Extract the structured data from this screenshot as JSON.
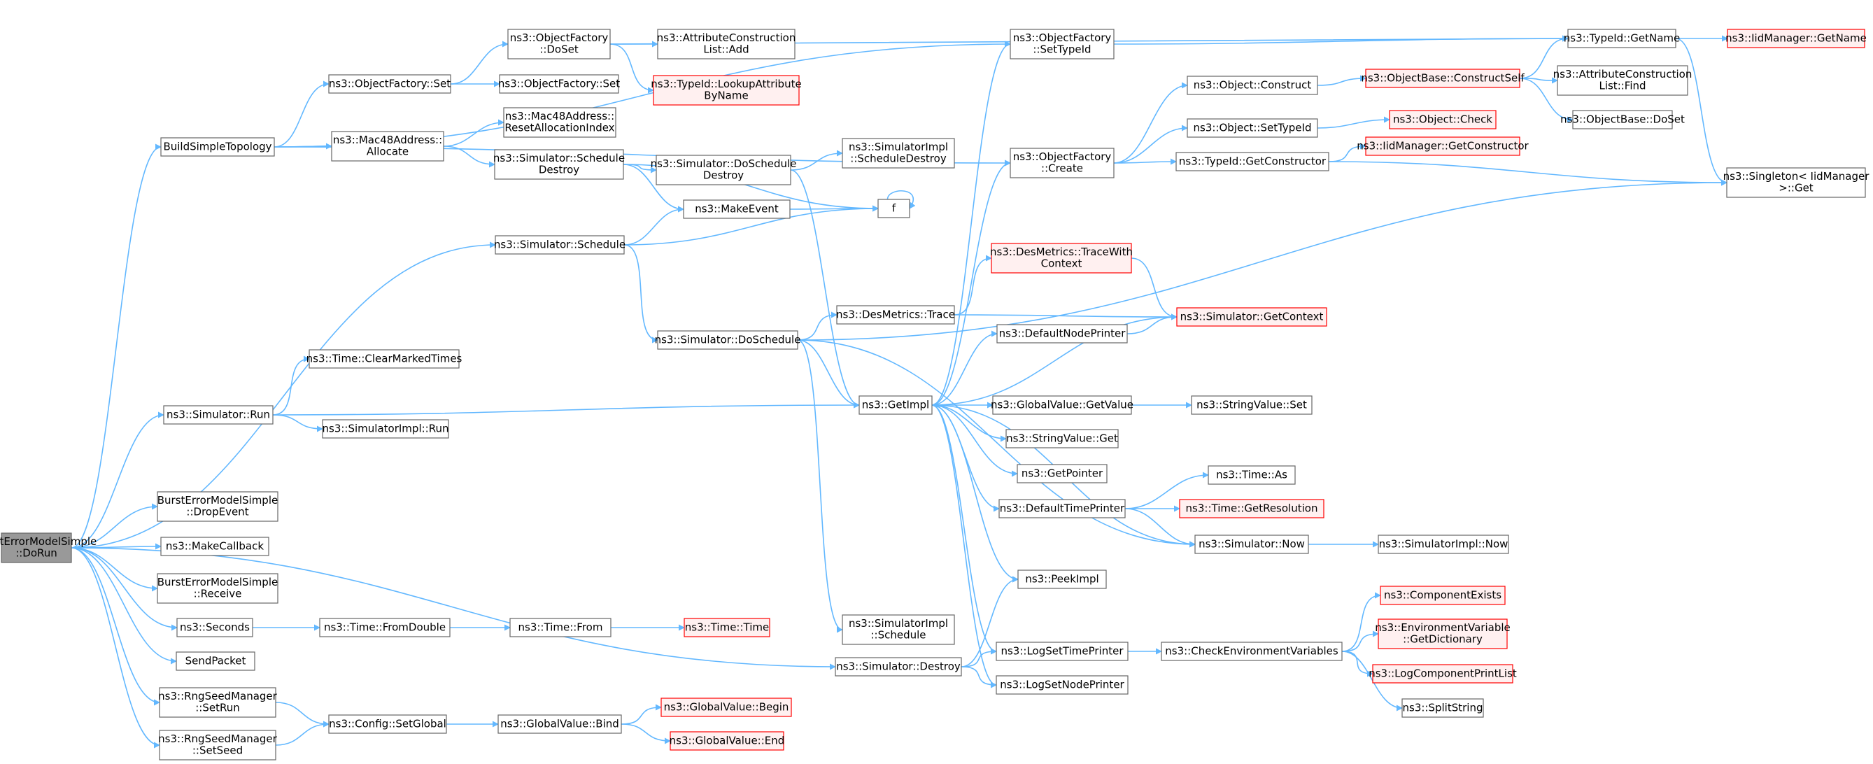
{
  "colors": {
    "edge": "#63b8ff",
    "node_border": "#666666",
    "node_fill": "#ffffff",
    "node_highlight_fill": "#999999",
    "node_truncated_border": "#ff0000",
    "node_truncated_fill": "#fff0f0",
    "text": "#000000"
  },
  "nodes": {
    "n0": {
      "lines": [
        "BurstErrorModelSimple",
        "::DoRun"
      ],
      "style": "current"
    },
    "n1": {
      "lines": [
        "BuildSimpleTopology"
      ]
    },
    "n2": {
      "lines": [
        "ns3::Simulator::Schedule"
      ]
    },
    "n3": {
      "lines": [
        "ns3::Simulator::Run"
      ]
    },
    "n4": {
      "lines": [
        "BurstErrorModelSimple",
        "::DropEvent"
      ]
    },
    "n5": {
      "lines": [
        "ns3::MakeCallback"
      ]
    },
    "n6": {
      "lines": [
        "BurstErrorModelSimple",
        "::Receive"
      ]
    },
    "n7": {
      "lines": [
        "ns3::Seconds"
      ]
    },
    "n8": {
      "lines": [
        "SendPacket"
      ]
    },
    "n9": {
      "lines": [
        "ns3::RngSeedManager",
        "::SetRun"
      ]
    },
    "n10": {
      "lines": [
        "ns3::RngSeedManager",
        "::SetSeed"
      ]
    },
    "n11": {
      "lines": [
        "ns3::ObjectFactory::Set"
      ]
    },
    "n12": {
      "lines": [
        "ns3::Mac48Address::",
        "Allocate"
      ]
    },
    "n13": {
      "lines": [
        "ns3::Time::ClearMarkedTimes"
      ]
    },
    "n14": {
      "lines": [
        "ns3::SimulatorImpl::Run"
      ]
    },
    "n15": {
      "lines": [
        "ns3::Time::FromDouble"
      ]
    },
    "n16": {
      "lines": [
        "ns3::Config::SetGlobal"
      ]
    },
    "n17": {
      "lines": [
        "ns3::ObjectFactory",
        "::DoSet"
      ]
    },
    "n18": {
      "lines": [
        "ns3::ObjectFactory::Set"
      ]
    },
    "n19": {
      "lines": [
        "ns3::Mac48Address::",
        "ResetAllocationIndex"
      ]
    },
    "n20": {
      "lines": [
        "ns3::Simulator::Schedule",
        "Destroy"
      ]
    },
    "n21": {
      "lines": [
        "ns3::Time::From"
      ]
    },
    "n22": {
      "lines": [
        "ns3::GlobalValue::Bind"
      ]
    },
    "n23": {
      "lines": [
        "ns3::AttributeConstruction",
        "List::Add"
      ]
    },
    "n24": {
      "lines": [
        "ns3::TypeId::LookupAttribute",
        "ByName"
      ],
      "style": "truncated"
    },
    "n25": {
      "lines": [
        "ns3::Simulator::DoSchedule",
        "Destroy"
      ]
    },
    "n26": {
      "lines": [
        "ns3::MakeEvent"
      ]
    },
    "n27": {
      "lines": [
        "ns3::Simulator::DoSchedule"
      ]
    },
    "n28": {
      "lines": [
        "ns3::Simulator::Destroy"
      ]
    },
    "n29": {
      "lines": [
        "ns3::Time::Time"
      ],
      "style": "truncated"
    },
    "n30": {
      "lines": [
        "ns3::GlobalValue::Begin"
      ],
      "style": "truncated"
    },
    "n31": {
      "lines": [
        "ns3::GlobalValue::End"
      ],
      "style": "truncated"
    },
    "n32": {
      "lines": [
        "ns3::SimulatorImpl",
        "::ScheduleDestroy"
      ]
    },
    "n33": {
      "lines": [
        "f"
      ]
    },
    "n34": {
      "lines": [
        "ns3::DesMetrics::Trace"
      ]
    },
    "n35": {
      "lines": [
        "ns3::GetImpl"
      ]
    },
    "n36": {
      "lines": [
        "ns3::SimulatorImpl",
        "::Schedule"
      ]
    },
    "n37": {
      "lines": [
        "ns3::ObjectFactory",
        "::SetTypeId"
      ]
    },
    "n38": {
      "lines": [
        "ns3::ObjectFactory",
        "::Create"
      ]
    },
    "n39": {
      "lines": [
        "ns3::DesMetrics::TraceWith",
        "Context"
      ],
      "style": "truncated"
    },
    "n40": {
      "lines": [
        "ns3::DefaultNodePrinter"
      ]
    },
    "n41": {
      "lines": [
        "ns3::GlobalValue::GetValue"
      ]
    },
    "n42": {
      "lines": [
        "ns3::StringValue::Get"
      ]
    },
    "n43": {
      "lines": [
        "ns3::GetPointer"
      ]
    },
    "n44": {
      "lines": [
        "ns3::DefaultTimePrinter"
      ]
    },
    "n45": {
      "lines": [
        "ns3::PeekImpl"
      ]
    },
    "n46": {
      "lines": [
        "ns3::LogSetTimePrinter"
      ]
    },
    "n47": {
      "lines": [
        "ns3::LogSetNodePrinter"
      ]
    },
    "n48": {
      "lines": [
        "ns3::Object::Construct"
      ]
    },
    "n49": {
      "lines": [
        "ns3::Object::SetTypeId"
      ]
    },
    "n50": {
      "lines": [
        "ns3::TypeId::GetConstructor"
      ]
    },
    "n51": {
      "lines": [
        "ns3::Simulator::GetContext"
      ],
      "style": "truncated"
    },
    "n52": {
      "lines": [
        "ns3::StringValue::Set"
      ]
    },
    "n53": {
      "lines": [
        "ns3::Time::As"
      ]
    },
    "n54": {
      "lines": [
        "ns3::Time::GetResolution"
      ],
      "style": "truncated"
    },
    "n55": {
      "lines": [
        "ns3::Simulator::Now"
      ]
    },
    "n56": {
      "lines": [
        "ns3::CheckEnvironmentVariables"
      ]
    },
    "n57": {
      "lines": [
        "ns3::ObjectBase::ConstructSelf"
      ],
      "style": "truncated"
    },
    "n58": {
      "lines": [
        "ns3::Object::Check"
      ],
      "style": "truncated"
    },
    "n59": {
      "lines": [
        "ns3::IidManager::GetConstructor"
      ],
      "style": "truncated"
    },
    "n60": {
      "lines": [
        "ns3::SimulatorImpl::Now"
      ]
    },
    "n61": {
      "lines": [
        "ns3::ComponentExists"
      ],
      "style": "truncated"
    },
    "n62": {
      "lines": [
        "ns3::EnvironmentVariable",
        "::GetDictionary"
      ],
      "style": "truncated"
    },
    "n63": {
      "lines": [
        "ns3::LogComponentPrintList"
      ],
      "style": "truncated"
    },
    "n64": {
      "lines": [
        "ns3::SplitString"
      ]
    },
    "n65": {
      "lines": [
        "ns3::TypeId::GetName"
      ]
    },
    "n66": {
      "lines": [
        "ns3::AttributeConstruction",
        "List::Find"
      ]
    },
    "n67": {
      "lines": [
        "ns3::ObjectBase::DoSet"
      ]
    },
    "n68": {
      "lines": [
        "ns3::Singleton< IidManager",
        " >::Get"
      ]
    },
    "n69": {
      "lines": [
        "ns3::IidManager::GetName"
      ],
      "style": "truncated"
    }
  },
  "edges": [
    [
      "n0",
      "n1"
    ],
    [
      "n0",
      "n2"
    ],
    [
      "n0",
      "n3"
    ],
    [
      "n0",
      "n4"
    ],
    [
      "n0",
      "n5"
    ],
    [
      "n0",
      "n6"
    ],
    [
      "n0",
      "n7"
    ],
    [
      "n0",
      "n8"
    ],
    [
      "n0",
      "n9"
    ],
    [
      "n0",
      "n10"
    ],
    [
      "n0",
      "n28"
    ],
    [
      "n1",
      "n11"
    ],
    [
      "n1",
      "n12"
    ],
    [
      "n1",
      "n37"
    ],
    [
      "n1",
      "n38"
    ],
    [
      "n11",
      "n17"
    ],
    [
      "n11",
      "n18"
    ],
    [
      "n17",
      "n23"
    ],
    [
      "n17",
      "n24"
    ],
    [
      "n17",
      "n65"
    ],
    [
      "n12",
      "n19"
    ],
    [
      "n12",
      "n20"
    ],
    [
      "n20",
      "n25"
    ],
    [
      "n20",
      "n26"
    ],
    [
      "n20",
      "n33"
    ],
    [
      "n25",
      "n32"
    ],
    [
      "n25",
      "n35"
    ],
    [
      "n26",
      "n33"
    ],
    [
      "n33",
      "n33"
    ],
    [
      "n2",
      "n26"
    ],
    [
      "n2",
      "n33"
    ],
    [
      "n2",
      "n27"
    ],
    [
      "n27",
      "n34"
    ],
    [
      "n27",
      "n35"
    ],
    [
      "n27",
      "n36"
    ],
    [
      "n27",
      "n55"
    ],
    [
      "n27",
      "n68"
    ],
    [
      "n34",
      "n39"
    ],
    [
      "n34",
      "n51"
    ],
    [
      "n39",
      "n51"
    ],
    [
      "n3",
      "n13"
    ],
    [
      "n3",
      "n14"
    ],
    [
      "n3",
      "n35"
    ],
    [
      "n7",
      "n15"
    ],
    [
      "n15",
      "n21"
    ],
    [
      "n21",
      "n29"
    ],
    [
      "n9",
      "n16"
    ],
    [
      "n10",
      "n16"
    ],
    [
      "n16",
      "n22"
    ],
    [
      "n22",
      "n30"
    ],
    [
      "n22",
      "n31"
    ],
    [
      "n28",
      "n45"
    ],
    [
      "n28",
      "n46"
    ],
    [
      "n28",
      "n47"
    ],
    [
      "n35",
      "n37"
    ],
    [
      "n35",
      "n38"
    ],
    [
      "n35",
      "n40"
    ],
    [
      "n35",
      "n41"
    ],
    [
      "n35",
      "n42"
    ],
    [
      "n35",
      "n43"
    ],
    [
      "n35",
      "n44"
    ],
    [
      "n35",
      "n45"
    ],
    [
      "n35",
      "n46"
    ],
    [
      "n35",
      "n47"
    ],
    [
      "n35",
      "n55"
    ],
    [
      "n51",
      "n35"
    ],
    [
      "n40",
      "n51"
    ],
    [
      "n41",
      "n52"
    ],
    [
      "n44",
      "n53"
    ],
    [
      "n44",
      "n54"
    ],
    [
      "n44",
      "n55"
    ],
    [
      "n55",
      "n60"
    ],
    [
      "n46",
      "n56"
    ],
    [
      "n56",
      "n61"
    ],
    [
      "n56",
      "n62"
    ],
    [
      "n56",
      "n63"
    ],
    [
      "n56",
      "n64"
    ],
    [
      "n37",
      "n65"
    ],
    [
      "n38",
      "n48"
    ],
    [
      "n38",
      "n49"
    ],
    [
      "n38",
      "n50"
    ],
    [
      "n48",
      "n57"
    ],
    [
      "n49",
      "n58"
    ],
    [
      "n50",
      "n59"
    ],
    [
      "n50",
      "n68"
    ],
    [
      "n57",
      "n65"
    ],
    [
      "n57",
      "n66"
    ],
    [
      "n57",
      "n67"
    ],
    [
      "n65",
      "n69"
    ],
    [
      "n65",
      "n68"
    ]
  ]
}
